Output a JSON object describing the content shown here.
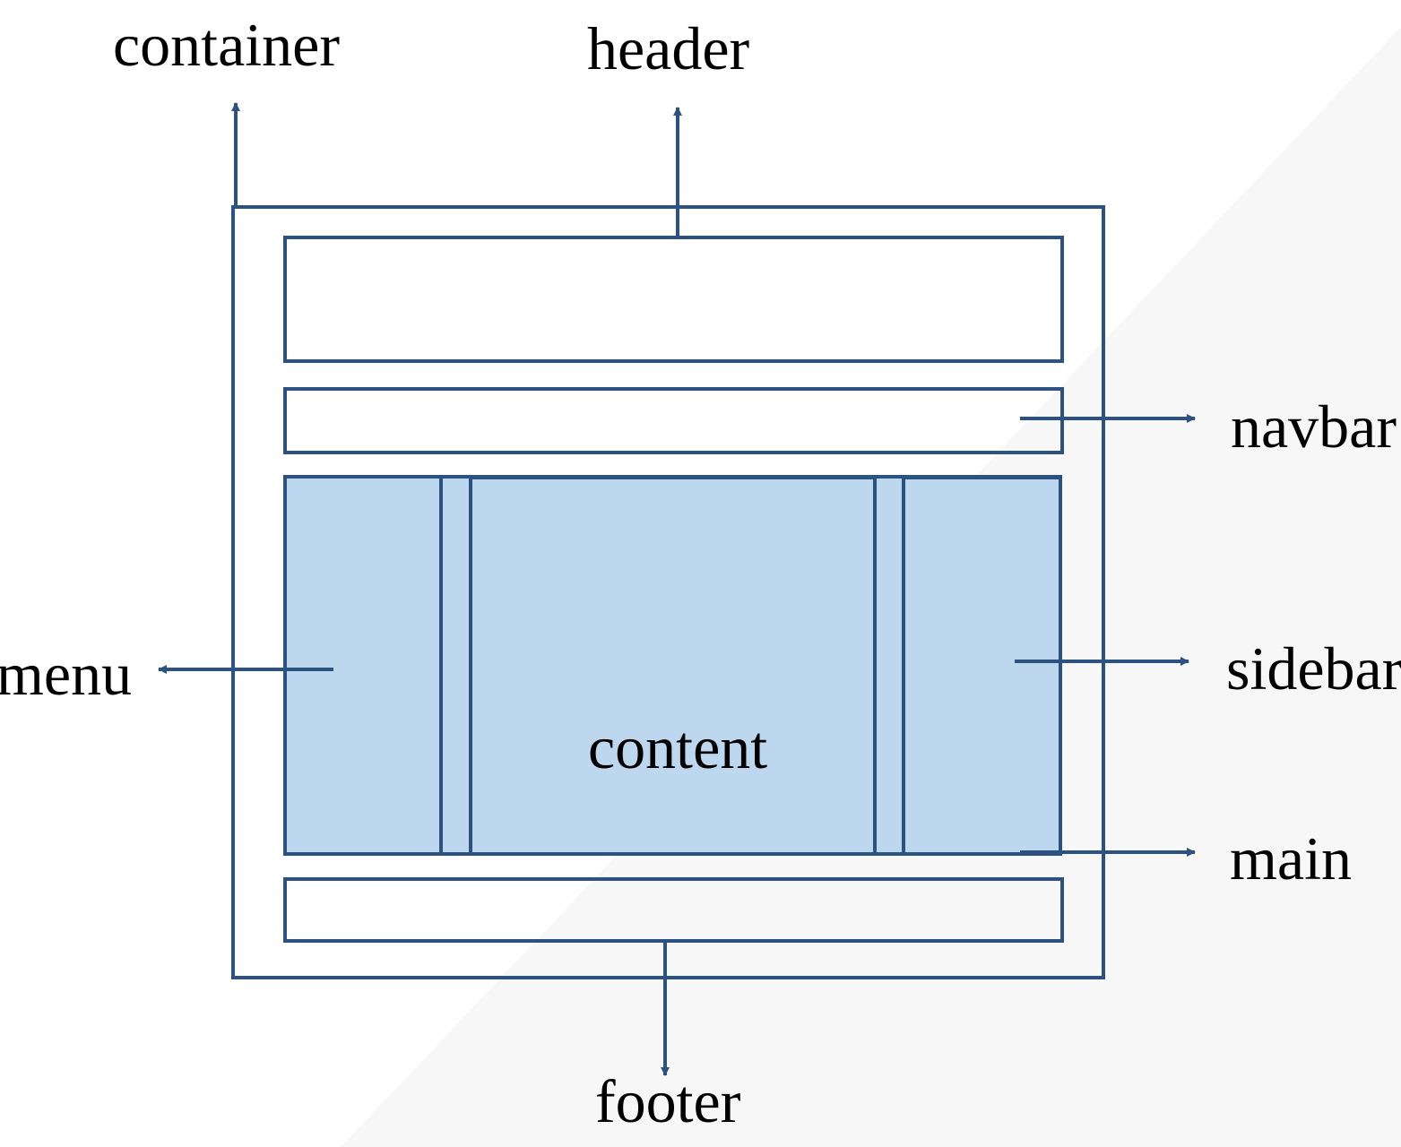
{
  "labels": {
    "container": "container",
    "header": "header",
    "navbar": "navbar",
    "menu": "menu",
    "content": "content",
    "sidebar": "sidebar",
    "main": "main",
    "footer": "footer"
  },
  "colors": {
    "stroke": "#2c5282",
    "fill": "#bdd7ee",
    "background_shade": "#f8f7f8",
    "text": "#000000"
  }
}
